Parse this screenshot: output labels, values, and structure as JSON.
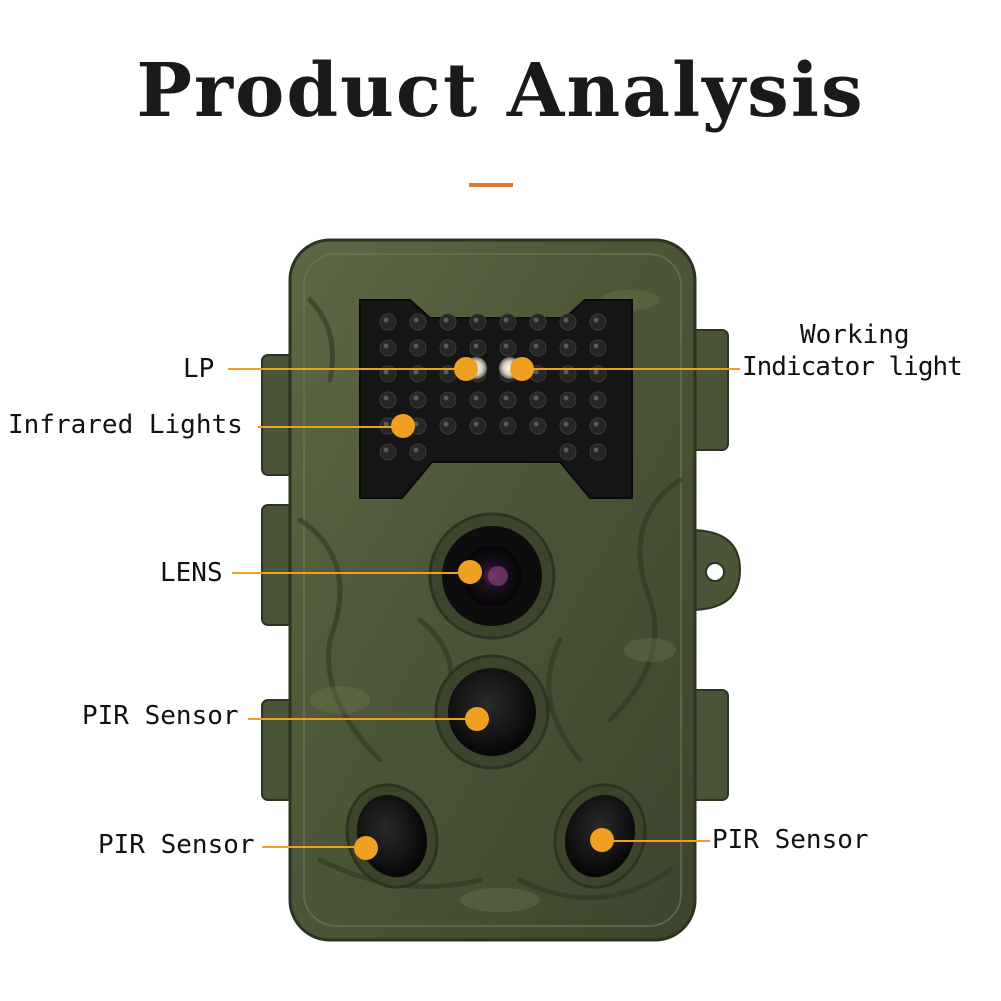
{
  "title": "Product Analysis",
  "colors": {
    "accent": "#f0a020",
    "rule": "#e07830",
    "camo_base": "#4f5a3a",
    "camo_dark": "#2c3320",
    "camo_light": "#6f7a55",
    "ir_panel": "#151515",
    "lens_ring": "#0d0d0d"
  },
  "callouts": [
    {
      "id": "lp",
      "label": "LP"
    },
    {
      "id": "working-indicator",
      "label_line1": "Working",
      "label_line2": "Indicator light"
    },
    {
      "id": "infrared-lights",
      "label": "Infrared Lights"
    },
    {
      "id": "lens",
      "label": "LENS"
    },
    {
      "id": "pir-center",
      "label": "PIR Sensor"
    },
    {
      "id": "pir-left",
      "label": "PIR Sensor"
    },
    {
      "id": "pir-right",
      "label": "PIR Sensor"
    }
  ]
}
